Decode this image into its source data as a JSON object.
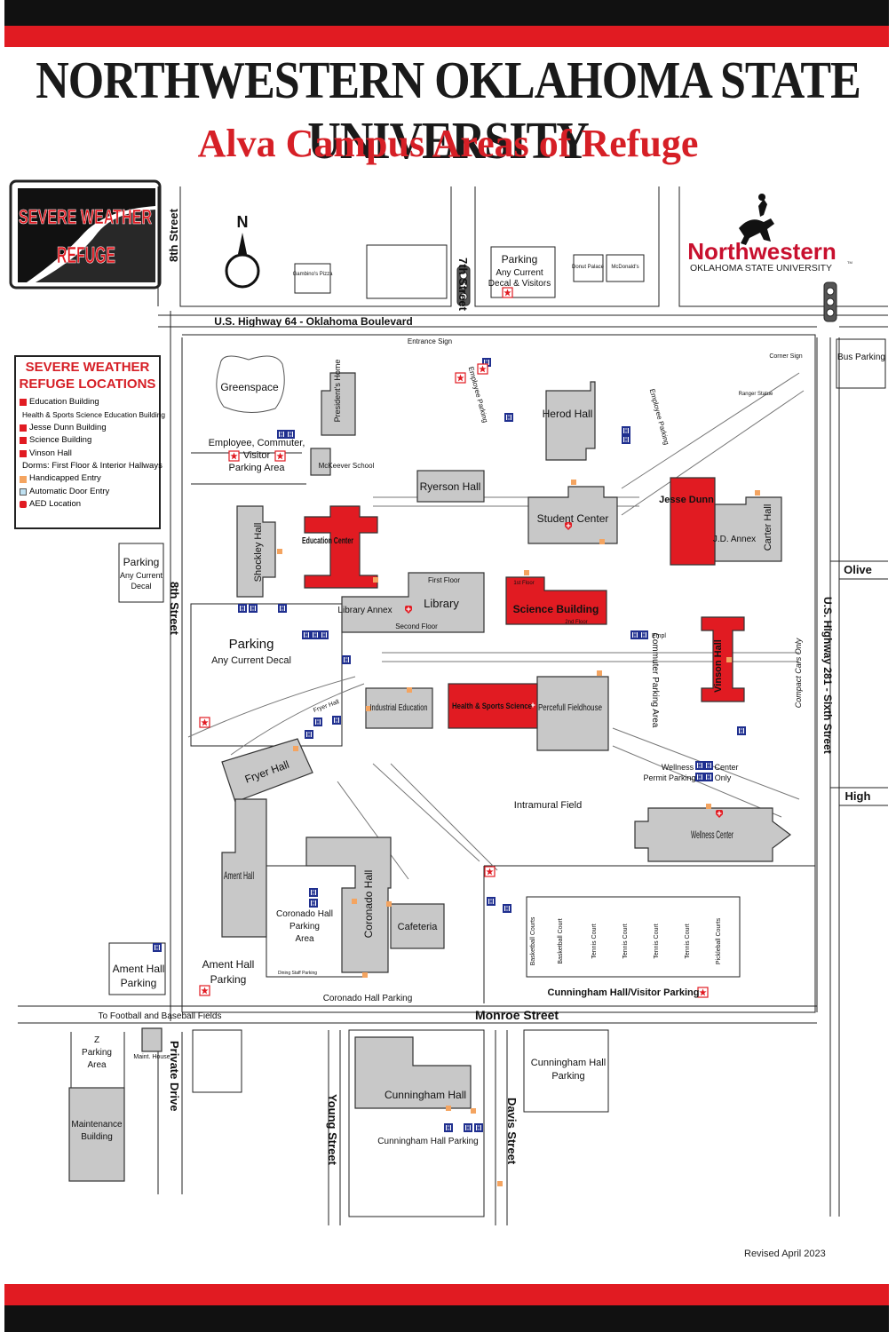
{
  "header": {
    "title": "NORTHWESTERN OKLAHOMA STATE UNIVERSITY",
    "subtitle": "Alva Campus Areas of Refuge"
  },
  "badge": {
    "line1": "SEVERE WEATHER",
    "line2": "REFUGE"
  },
  "compass": {
    "label": "N"
  },
  "logo": {
    "name": "Northwestern",
    "sub": "OKLAHOMA STATE UNIVERSITY",
    "tm": "TM"
  },
  "legend": {
    "title_line1": "SEVERE WEATHER",
    "title_line2": "REFUGE LOCATIONS",
    "items": [
      {
        "label": "Education Building",
        "color": "#e11b22",
        "kind": "swatch"
      },
      {
        "label": "Health & Sports Science Education Building",
        "color": "#e11b22",
        "kind": "swatch"
      },
      {
        "label": "Jesse Dunn Building",
        "color": "#e11b22",
        "kind": "swatch"
      },
      {
        "label": "Science Building",
        "color": "#e11b22",
        "kind": "swatch"
      },
      {
        "label": "Vinson Hall",
        "color": "#e11b22",
        "kind": "swatch"
      },
      {
        "label": "Dorms: First Floor & Interior Hallways",
        "color": "#e11b22",
        "kind": "swatch"
      },
      {
        "label": "Handicapped Entry",
        "color": "#f4a460",
        "kind": "swatch"
      },
      {
        "label": "Automatic Door Entry",
        "color": "#bfe1f2",
        "kind": "outline"
      },
      {
        "label": "AED Location",
        "color": "#e11b22",
        "kind": "aed"
      }
    ],
    "aed_mark": "AED"
  },
  "colors": {
    "refuge": "#e11b22",
    "building": "#c8c8c8",
    "handicapped": "#f4a460",
    "parking_icon": "#1f2f8f",
    "band_red": "#e11b22",
    "band_dark": "#111111"
  },
  "streets": {
    "eighth_top": "8th Street",
    "seventh": "7th Street",
    "highway64": "U.S. Highway 64 - Oklahoma Boulevard",
    "eighth_side": "8th Street",
    "highway281": "U.S. Highway 281 - Sixth Street",
    "olive": "Olive",
    "high": "High",
    "monroe": "Monroe Street",
    "private_drive": "Private Drive",
    "young": "Young Street",
    "davis": "Davis Street"
  },
  "places": {
    "gambinos": "Gambino's Pizza",
    "parking_decal_visitors": [
      "Parking",
      "Any Current",
      "Decal & Visitors"
    ],
    "donut_palace": "Donut Palace",
    "mcdonalds": "McDonald's",
    "entrance_sign": "Entrance Sign",
    "corner_sign": "Corner Sign",
    "bus_parking": "Bus Parking",
    "ranger_statue": "Ranger Statue",
    "greenspace": "Greenspace",
    "presidents_home": "President's Home",
    "employee_parking_area": [
      "Employee, Commuter,",
      "Visitor",
      "Parking Area"
    ],
    "mckeever": "McKeever School",
    "employee_parking": "Employee Parking",
    "employee_parking2": "Employee Parking",
    "herod_hall": "Herod Hall",
    "ryerson_hall": "Ryerson Hall",
    "student_center": "Student Center",
    "jesse_dunn": "Jesse Dunn",
    "jd_annex": "J.D. Annex",
    "carter_hall": "Carter Hall",
    "parking_any_decal_left": [
      "Parking",
      "Any Current",
      "Decal"
    ],
    "shockley_hall": "Shockley Hall",
    "education_center": "Education Center",
    "library": "Library",
    "first_floor": "First Floor",
    "second_floor": "Second Floor",
    "library_annex": "Library Annex",
    "science_building": "Science Building",
    "sci_1st_floor": "1st Floor",
    "sci_2nd_floor": "2nd Floor",
    "parking_any_current_decal": [
      "Parking",
      "Any Current Decal"
    ],
    "empl": "Empl",
    "commuter_parking_area": "Commuter Parking Area",
    "vinson_hall": "Vinson Hall",
    "compact_cars_only": "Compact Cars Only",
    "fryer_hall_small": "Fryer Hall",
    "industrial_education": "Industrial Education",
    "health_sports_science": "Health & Sports Science",
    "percefull_fieldhouse": "Percefull Fieldhouse",
    "fryer_hall": "Fryer Hall",
    "wellness_permit_parking": [
      "Wellness",
      "Permit Parking"
    ],
    "center_only": [
      "Center",
      "Only"
    ],
    "intramural_field": "Intramural Field",
    "wellness_center": "Wellness Center",
    "ament_hall": "Ament Hall",
    "coronado_hall": "Coronado Hall",
    "coronado_hall_parking_area": [
      "Coronado Hall",
      "Parking",
      "Area"
    ],
    "cafeteria": "Cafeteria",
    "dining_staff_parking": "Dining Staff Parking",
    "courts": [
      "Basketball Courts",
      "Basketball Court",
      "Tennis Court",
      "Tennis Court",
      "Tennis Court",
      "Tennis Court",
      "Pickleball Courts"
    ],
    "ament_hall_parking_left": [
      "Ament Hall",
      "Parking"
    ],
    "ament_hall_parking": [
      "Ament Hall",
      "Parking"
    ],
    "coronado_hall_parking": "Coronado Hall Parking",
    "cunningham_visitor_parking": "Cunningham Hall/Visitor Parking",
    "to_fields": "To Football and Baseball Fields",
    "z_parking": [
      "Z",
      "Parking",
      "Area"
    ],
    "maint_house": "Maint. House",
    "maintenance_building": [
      "Maintenance",
      "Building"
    ],
    "cunningham_hall": "Cunningham Hall",
    "cunningham_hall_parking_bottom": "Cunningham Hall Parking",
    "cunningham_hall_parking_right": [
      "Cunningham Hall",
      "Parking"
    ]
  },
  "footer": {
    "revised": "Revised April 2023"
  }
}
